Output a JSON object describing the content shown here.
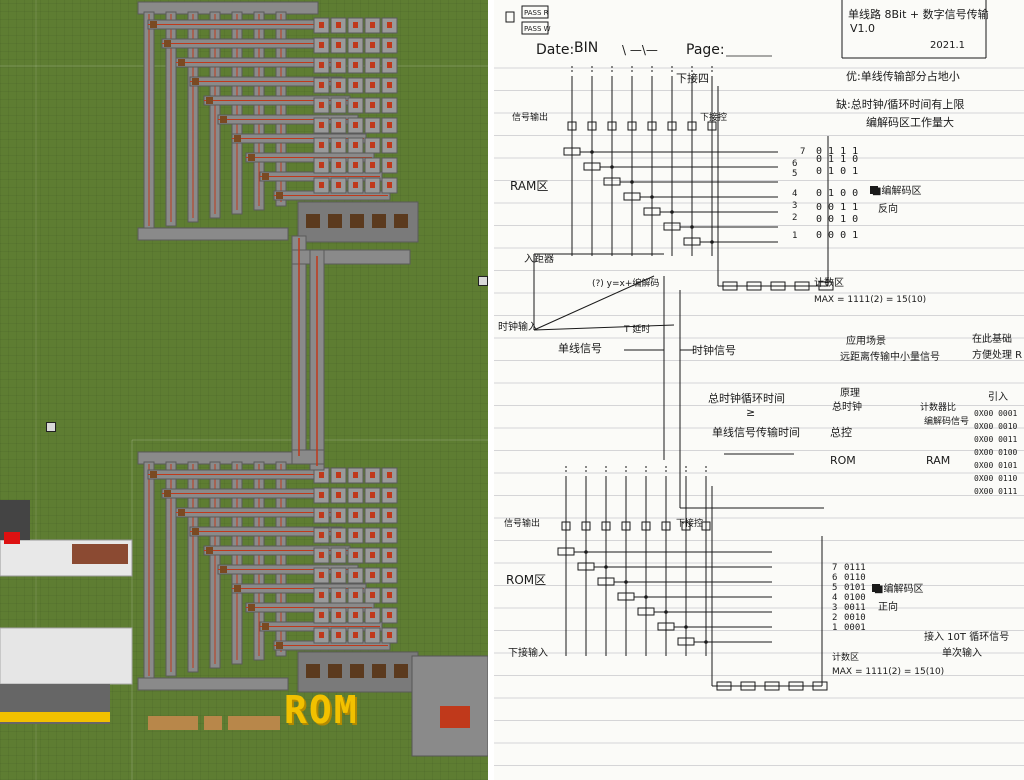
{
  "left_panel": {
    "rom_label": "ROM"
  },
  "notebook": {
    "tags": [
      "PASS R",
      "PASS W"
    ],
    "date_label": "Date:",
    "date_value": "BIN",
    "date_sep": "\\ —\\—",
    "page_label": "Page:",
    "title_line1": "单线路 8Bit + 数字信号传输",
    "title_line2": "V1.0",
    "title_date": "2021.1",
    "down_label": "下接四",
    "note1": "优:单线传输部分占地小",
    "note2": "缺:总时钟/循环时间有上限",
    "note3": "编解码区工作量大",
    "signal_output": "信号输出",
    "down_control": "下接控",
    "ram_area": "RAM区",
    "ram_rows": [
      {
        "num": "7",
        "bits": "0 1 1 1"
      },
      {
        "num": "6",
        "bits": "0 1 1 0"
      },
      {
        "num": "5",
        "bits": "0 1 0 1"
      },
      {
        "num": "4",
        "bits": "0 1 0 0"
      },
      {
        "num": "3",
        "bits": "0 0 1 1"
      },
      {
        "num": "2",
        "bits": "0 0 1 0"
      },
      {
        "num": "1",
        "bits": "0 0 0 1"
      }
    ],
    "decode_area": "■编解码区",
    "reverse": "反向",
    "enter_path": "入距器",
    "formula": "(?) y=x+编解码",
    "counter_area": "计数区",
    "counter_max": "MAX = 1111(2) = 15(10)",
    "clock_input": "时钟输入",
    "t_delay": "T 延时",
    "single_signal": "单线信号",
    "clock_signal": "时钟信号",
    "app_scene": "应用场景",
    "app_desc": "远距离传输中小量信号",
    "side_note1": "在此基础",
    "side_note2": "方便处理 R",
    "total_clock": "总时钟循环时间",
    "gte": "≥",
    "single_time": "单线信号传输时间",
    "principle": "原理",
    "principle_sub": "总时钟",
    "counter_cmp": "计数器比",
    "decode_signal": "编解码信号",
    "total_control": "总控",
    "rom": "ROM",
    "ram": "RAM",
    "input_label": "引入",
    "input_codes": [
      "0X00 0001",
      "0X00 0010",
      "0X00 0011",
      "0X00 0100",
      "0X00 0101",
      "0X00 0110",
      "0X00 0111"
    ],
    "rom_area": "ROM区",
    "rom_rows": [
      {
        "num": "7",
        "bits": "0111"
      },
      {
        "num": "6",
        "bits": "0110"
      },
      {
        "num": "5",
        "bits": "0101"
      },
      {
        "num": "4",
        "bits": "0100"
      },
      {
        "num": "3",
        "bits": "0011"
      },
      {
        "num": "2",
        "bits": "0010"
      },
      {
        "num": "1",
        "bits": "0001"
      }
    ],
    "forward": "正向",
    "down_input": "下接输入",
    "counter_area2": "计数区",
    "counter_max2": "MAX = 1111(2) = 15(10)",
    "pulse_note": "接入 10T 循环信号",
    "pulse_note2": "单次输入"
  },
  "colors": {
    "grass": "#5e7d32",
    "stone": "#8a8a8a",
    "redstone": "#c0391b",
    "rom_yellow": "#f2c100",
    "ink": "#1a1a1a"
  }
}
